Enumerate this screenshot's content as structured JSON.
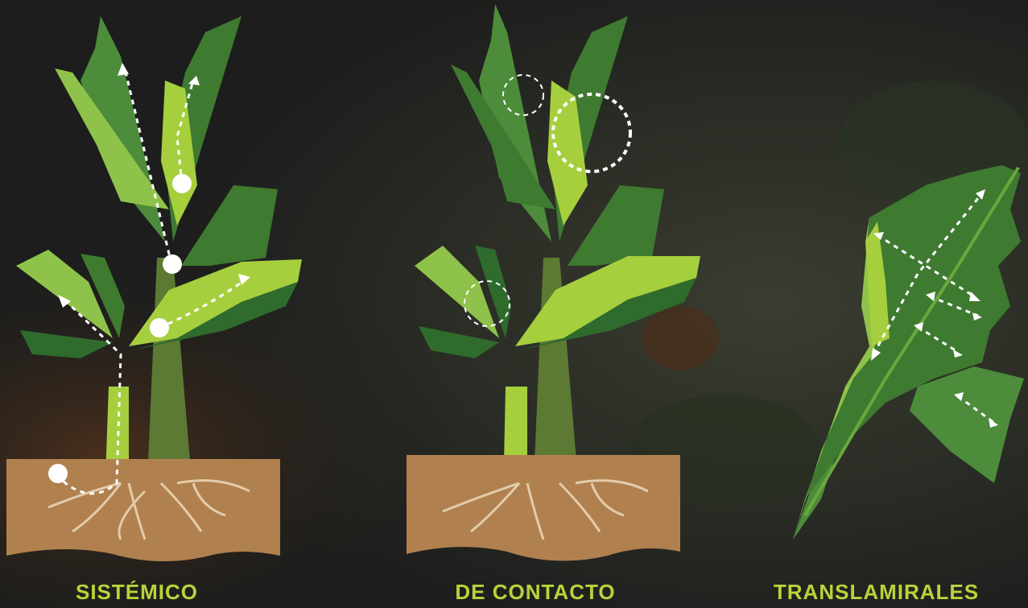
{
  "colors": {
    "background": "#1d1e1d",
    "soil": "#b0814f",
    "roots": "#e3ccaa",
    "leaf_dark": "#2f6b2c",
    "leaf_mid": "#4c8c3a",
    "leaf_light": "#8fc24a",
    "leaf_bright": "#a6cf3e",
    "trunk": "#5c7a33",
    "label": "#b8d43a",
    "arrows": "#ffffff"
  },
  "panels": [
    {
      "id": "sistemico",
      "label": "SISTÉMICO"
    },
    {
      "id": "de-contacto",
      "label": "DE CONTACTO"
    },
    {
      "id": "translamirales",
      "label": "TRANSLAMIRALES"
    }
  ]
}
